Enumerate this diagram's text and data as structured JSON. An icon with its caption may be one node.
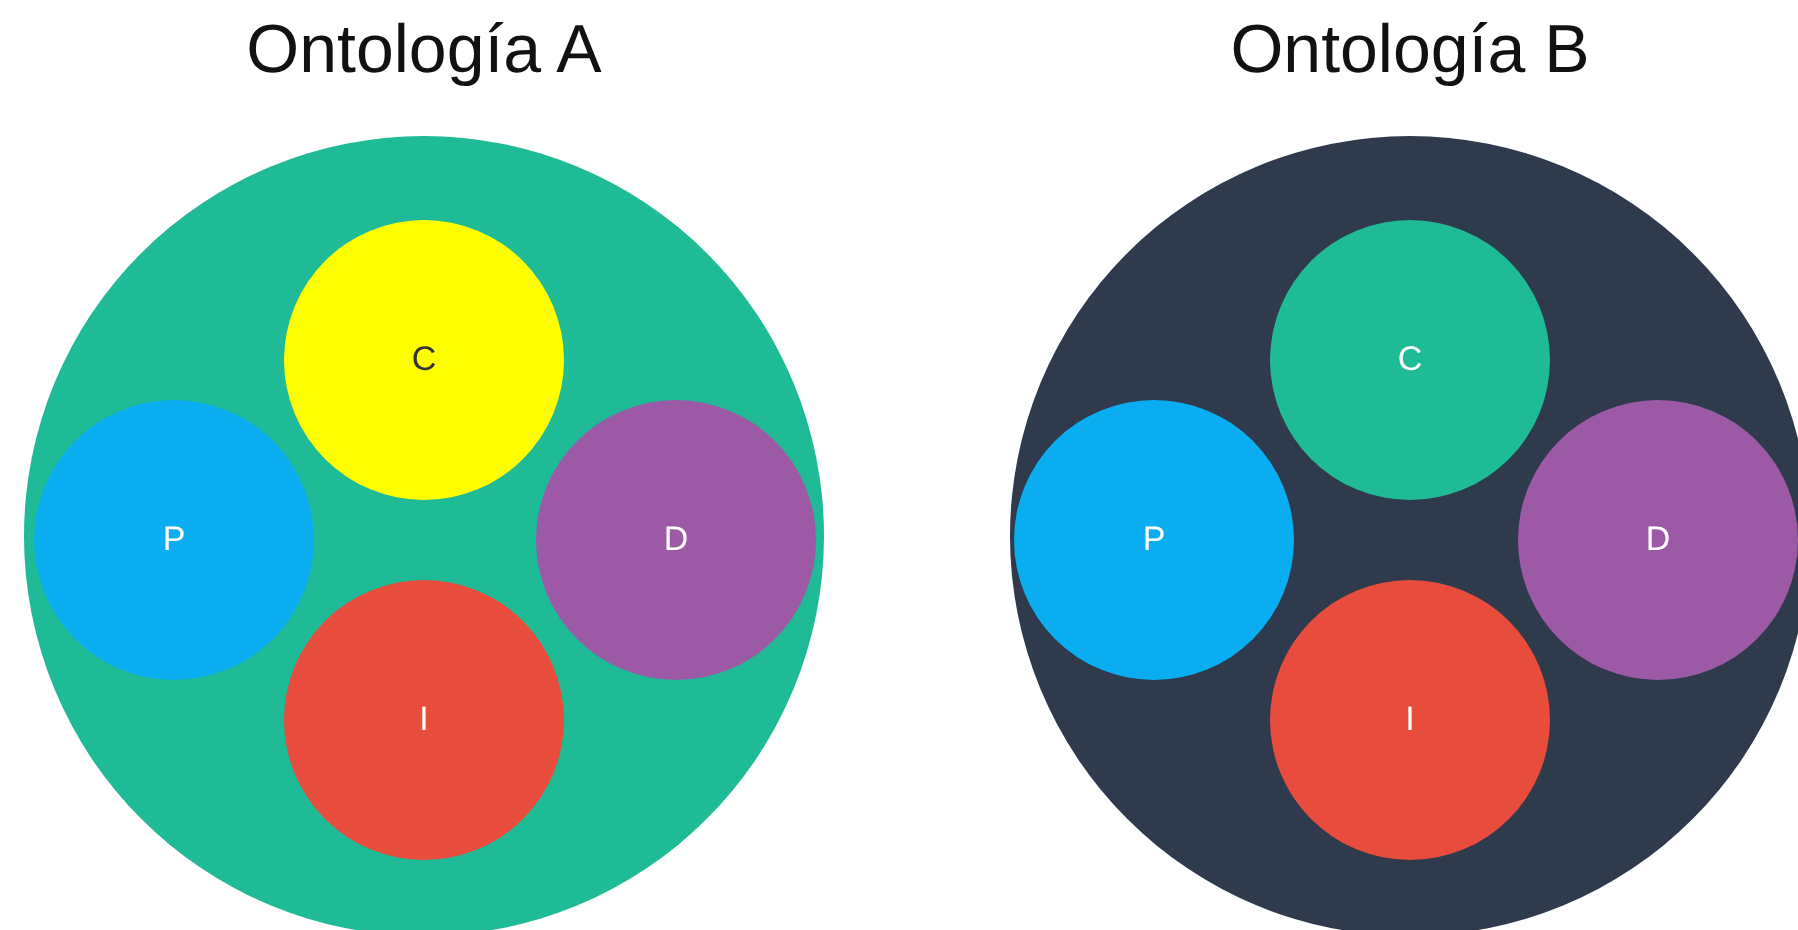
{
  "diagram": {
    "nodes": [
      {
        "text": [
          "Ontología A"
        ]
      },
      {
        "text": [
          "C"
        ],
        "in": 0
      },
      {
        "text": [
          "P"
        ],
        "in": 0
      },
      {
        "text": [
          "D"
        ],
        "in": 0
      },
      {
        "text": [
          "I"
        ],
        "in": 0
      },
      {
        "text": [
          "Ontología B"
        ]
      },
      {
        "text": [
          "C"
        ],
        "in": 5
      },
      {
        "text": [
          "P"
        ],
        "in": 5
      },
      {
        "text": [
          "D"
        ],
        "in": 5
      },
      {
        "text": [
          "I"
        ],
        "in": 5
      }
    ]
  }
}
